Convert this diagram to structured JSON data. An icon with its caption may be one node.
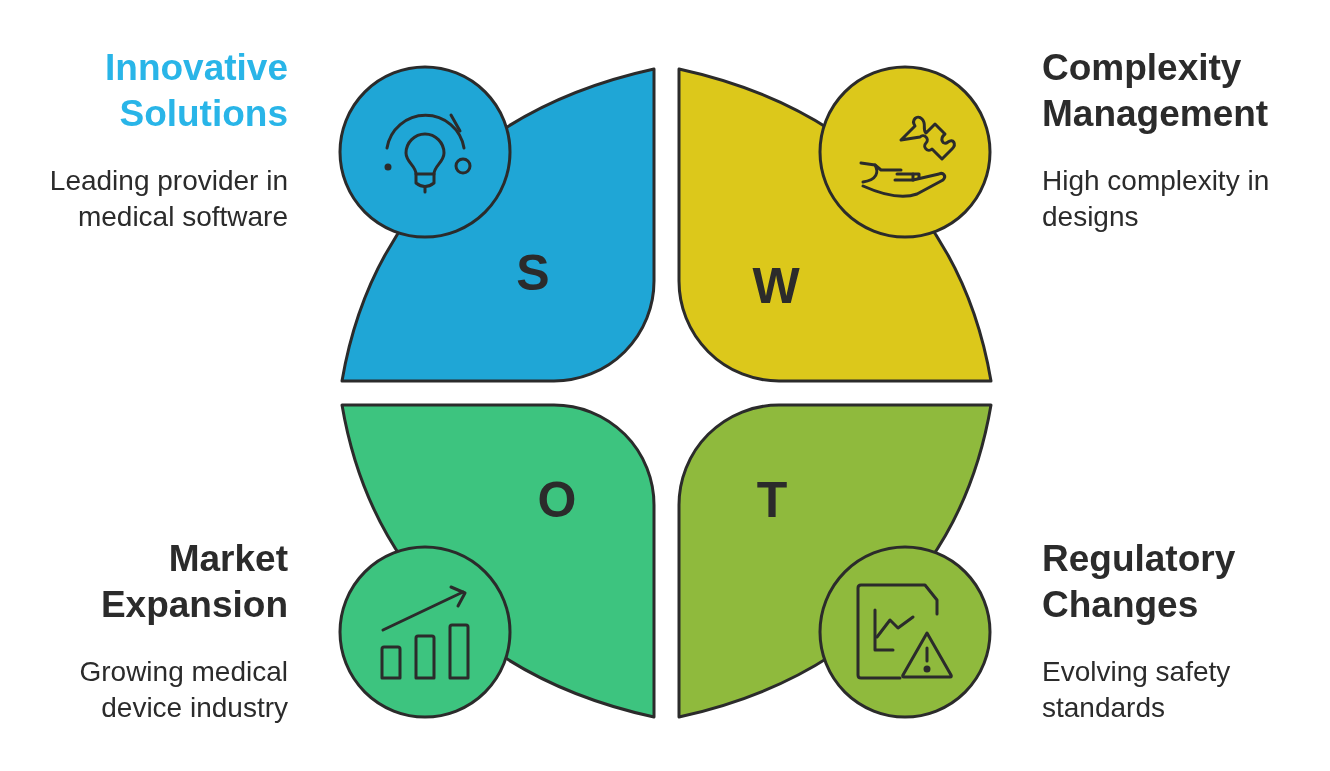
{
  "diagram": {
    "nodes": [
      {
        "text": [
          "S"
        ],
        "beside": [
          "Innovative Solutions",
          "Leading provider in medical software"
        ]
      },
      {
        "text": [
          "W"
        ],
        "beside": [
          "Complexity Management",
          "High complexity in designs"
        ]
      },
      {
        "text": [
          "O"
        ],
        "beside": [
          "Market Expansion",
          "Growing medical device industry"
        ]
      },
      {
        "text": [
          "T"
        ],
        "beside": [
          "Regulatory Changes",
          "Evolving safety standards"
        ]
      }
    ]
  }
}
